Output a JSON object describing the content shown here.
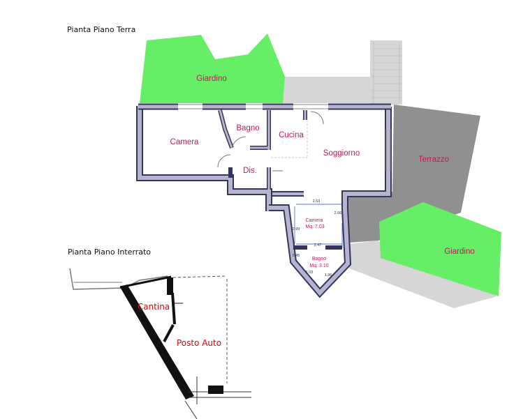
{
  "titles": {
    "ground": "Pianta Piano Terra",
    "basement": "Pianta Piano Interrato"
  },
  "ground_floor": {
    "rooms": {
      "giardino_top": "Giardino",
      "camera": "Camera",
      "bagno": "Bagno",
      "cucina": "Cucina",
      "soggiorno": "Soggiorno",
      "dis": "Dis.",
      "terrazzo": "Terrazzo",
      "giardino_right": "Giardino",
      "camera_small": "Camera",
      "camera_small_area": "Mq. 7.03",
      "bagno_small": "Bagno",
      "bagno_small_area": "Mq. 3.10"
    },
    "dimensions": {
      "d1": "2.53",
      "d2": "2.66",
      "d3": "2.99",
      "d4": "2.47",
      "d5": "0.45",
      "d6": "2.03",
      "d7": "1.96"
    }
  },
  "basement": {
    "rooms": {
      "cantina": "Cantina",
      "posto_auto": "Posto Auto"
    }
  },
  "colors": {
    "garden": "#66ee66",
    "terrace": "#909090",
    "light_gray": "#d6d6d6",
    "wall_fill": "#b5b5d0",
    "wall_stroke": "#35355a",
    "room_label": "#c2185b",
    "basement_label": "#e00000"
  }
}
